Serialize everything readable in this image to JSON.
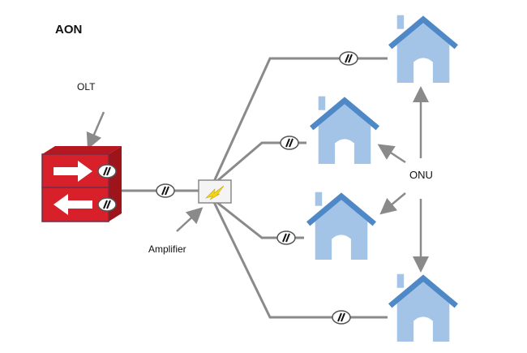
{
  "diagram": {
    "title": "AON",
    "olt_label": "OLT",
    "amplifier_label": "Amplifier",
    "onu_label": "ONU",
    "colors": {
      "line": "#8a8a8a",
      "olt_red": "#d8202a",
      "house_fill": "#a3c4e6",
      "roof": "#4f88c6",
      "lightning": "#f2d21a"
    },
    "icons": [
      "olt-device-icon",
      "amplifier-icon",
      "house-icon",
      "splice-icon",
      "arrow-icon"
    ]
  }
}
